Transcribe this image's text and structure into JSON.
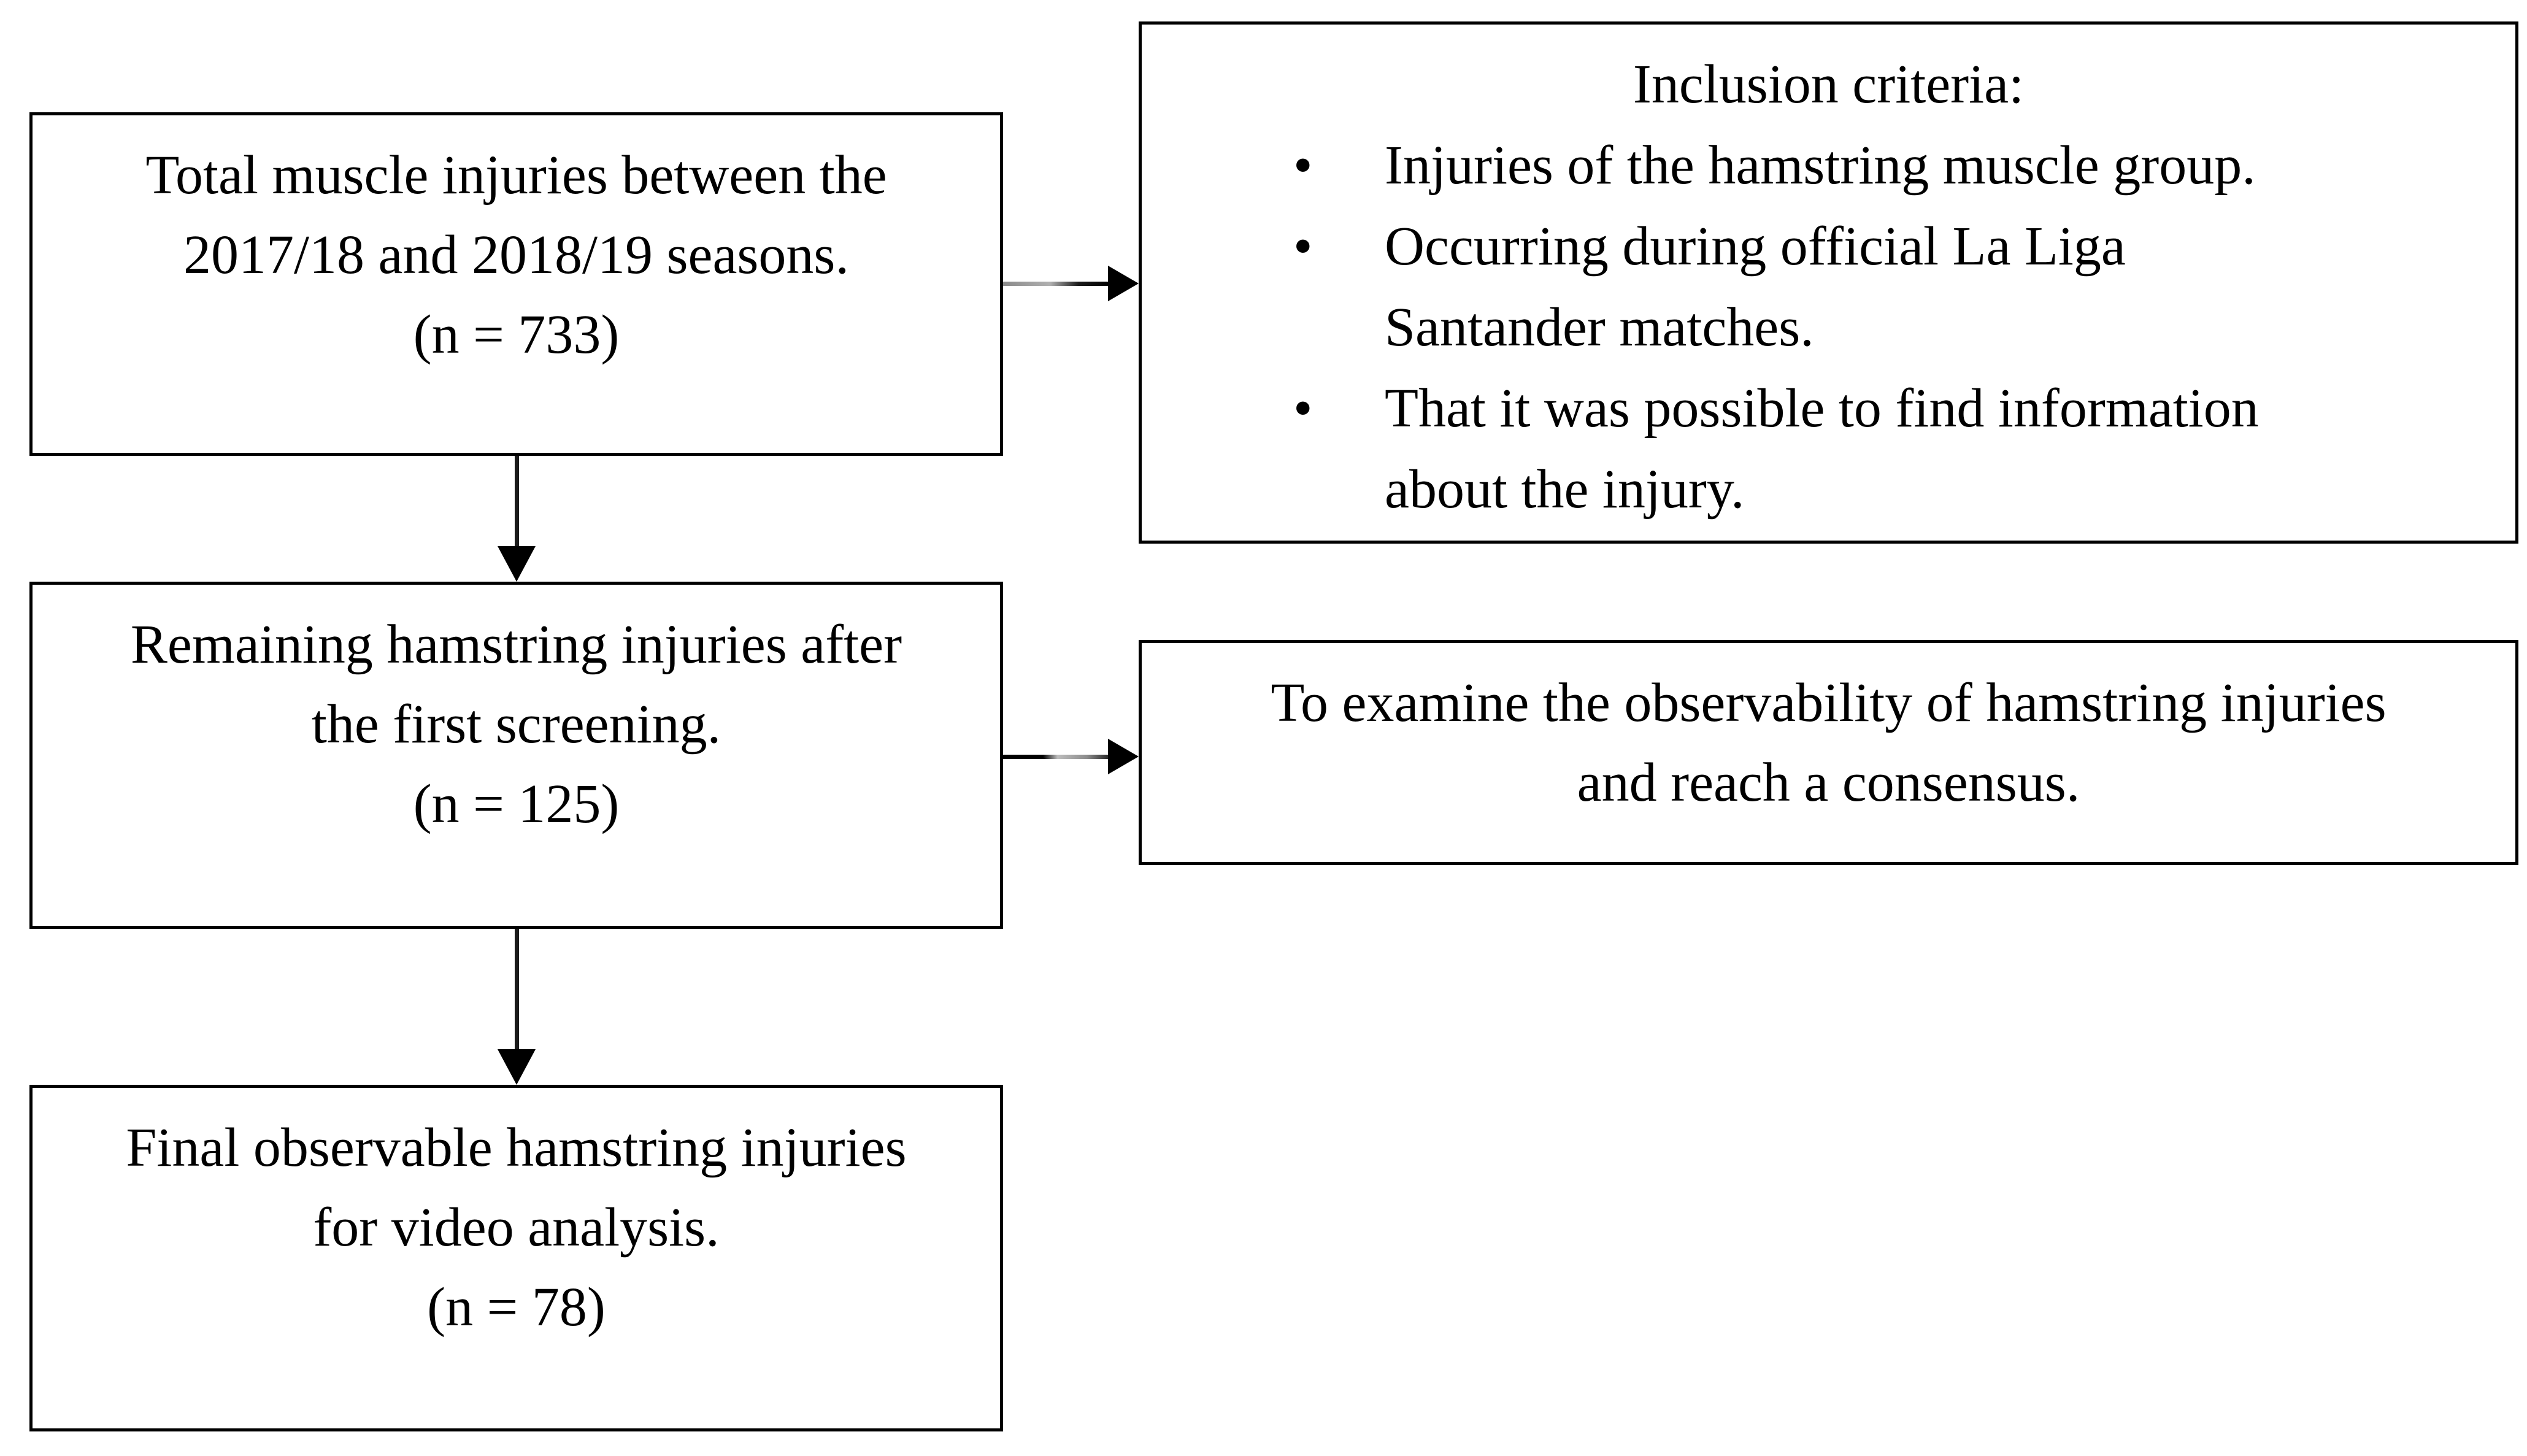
{
  "figure": {
    "type": "flow-diagram",
    "background_color": "#ffffff",
    "line_color": "#000000",
    "text_color": "#000000",
    "bullet_icon": "•",
    "boxes": {
      "total": {
        "lines": [
          "Total muscle injuries between the",
          "2017/18 and 2018/19 seasons.",
          "(n = 733)"
        ]
      },
      "inclusion": {
        "title": "Inclusion criteria:",
        "bullets": [
          {
            "lines": [
              "Injuries of the hamstring muscle group."
            ]
          },
          {
            "lines": [
              "Occurring during official La Liga",
              "Santander matches."
            ]
          },
          {
            "lines": [
              "That it was possible to find information",
              "about the injury."
            ]
          }
        ]
      },
      "remaining": {
        "lines": [
          "Remaining hamstring injuries after",
          "the first screening.",
          "(n = 125)"
        ]
      },
      "examine": {
        "lines": [
          "To examine the observability of hamstring injuries",
          "and reach a consensus."
        ]
      },
      "final": {
        "lines": [
          "Final observable hamstring injuries",
          "for video analysis.",
          "(n = 78)"
        ]
      }
    },
    "arrows": [
      {
        "from": "total",
        "to": "inclusion",
        "direction": "right"
      },
      {
        "from": "total",
        "to": "remaining",
        "direction": "down"
      },
      {
        "from": "remaining",
        "to": "examine",
        "direction": "right"
      },
      {
        "from": "remaining",
        "to": "final",
        "direction": "down"
      }
    ]
  }
}
